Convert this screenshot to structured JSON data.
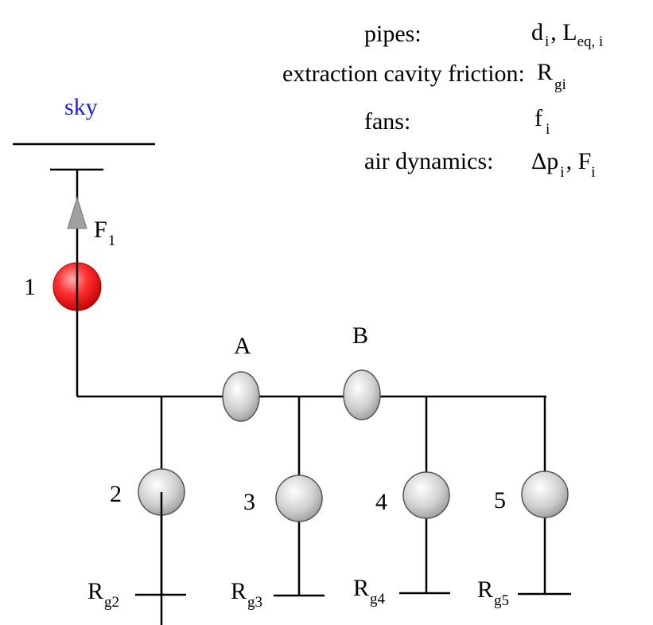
{
  "legend": {
    "pipes_label": "pipes:",
    "friction_label": "extraction cavity friction:",
    "fans_label": "fans:",
    "air_label": "air dynamics:"
  },
  "sky_label": "sky",
  "flow_label": {
    "main": "F",
    "sub": "1"
  },
  "nodes": {
    "fan1": "1",
    "fan2": "2",
    "fan3": "3",
    "fan4": "4",
    "fan5": "5",
    "A": "A",
    "B": "B"
  },
  "resistors": [
    {
      "main": "R",
      "sub": "g2"
    },
    {
      "main": "R",
      "sub": "g3"
    },
    {
      "main": "R",
      "sub": "g4"
    },
    {
      "main": "R",
      "sub": "g5"
    }
  ],
  "colors": {
    "sky": "#1a1aff",
    "fan_active": "#e62020",
    "fan_inactive": "#c8c8c8",
    "arrow": "#a0a0a0",
    "line": "#000000"
  }
}
